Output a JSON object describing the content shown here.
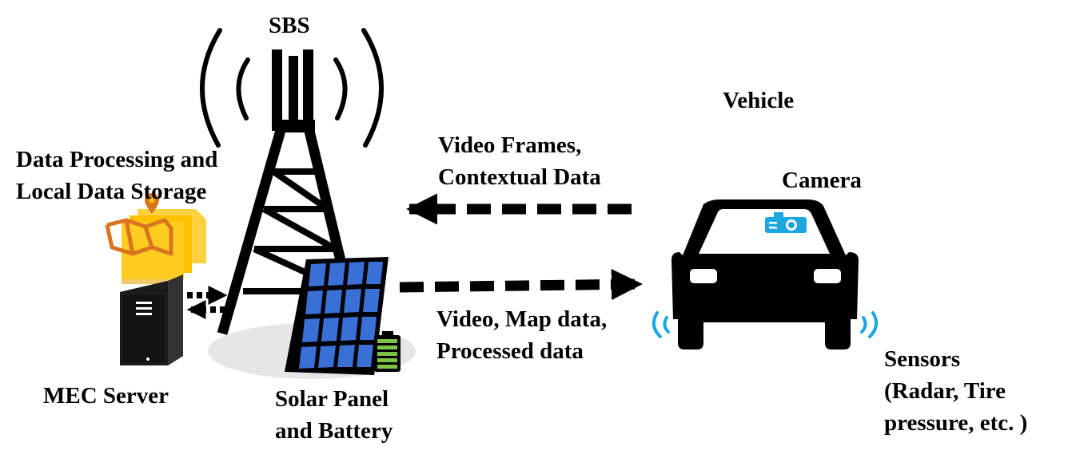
{
  "labels": {
    "sbs": "SBS",
    "vehicle": "Vehicle",
    "data_processing": [
      "Data Processing and",
      "Local Data Storage"
    ],
    "uplink": [
      "Video Frames,",
      "Contextual Data"
    ],
    "camera": "Camera",
    "downlink": [
      "Video, Map data,",
      "Processed data"
    ],
    "mec_server": "MEC Server",
    "solar": [
      "Solar Panel",
      "and Battery"
    ],
    "sensors": [
      "Sensors",
      "(Radar, Tire",
      "pressure, etc. )"
    ]
  },
  "icons": {
    "tower": "cell-tower-icon",
    "signal": "signal-waves-icon",
    "map": "folded-map-icon",
    "pin": "map-pin-icon",
    "server": "server-icon",
    "solar": "solar-panel-icon",
    "battery": "battery-icon",
    "car": "car-icon",
    "camera": "camera-icon",
    "sensor": "sensor-waves-icon"
  },
  "colors": {
    "ink": "#000000",
    "sensor_blue": "#1ba8e0",
    "panel_blue": "#3a6fd6",
    "battery_green": "#7cc443",
    "folder_yellow": "#ffc000",
    "map_orange": "#d9741f",
    "shadow": "#e6e6e6"
  }
}
